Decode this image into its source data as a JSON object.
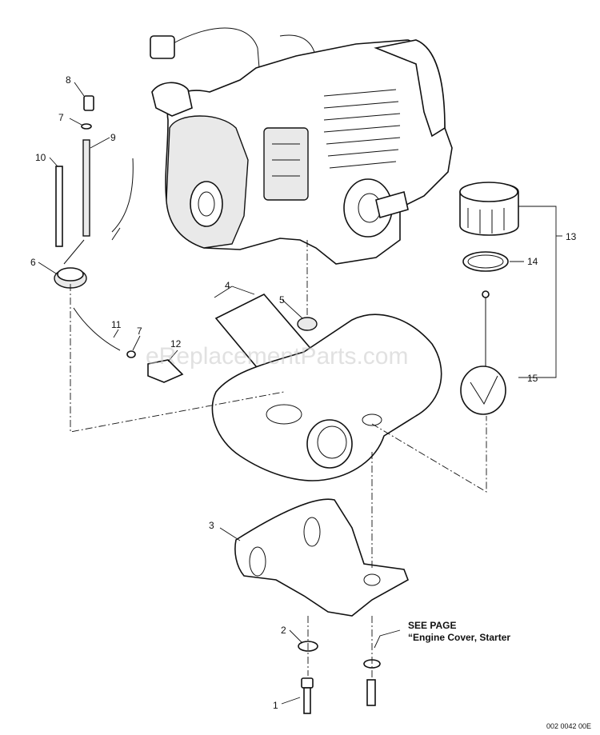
{
  "diagram": {
    "callouts": [
      "1",
      "2",
      "3",
      "4",
      "5",
      "6",
      "7",
      "7",
      "8",
      "9",
      "10",
      "11",
      "12",
      "13",
      "14",
      "15"
    ],
    "see_page_line1": "SEE PAGE",
    "see_page_line2": "“Engine Cover, Starter",
    "watermark": "eReplacementParts.com",
    "code": "002 0042 00E"
  }
}
